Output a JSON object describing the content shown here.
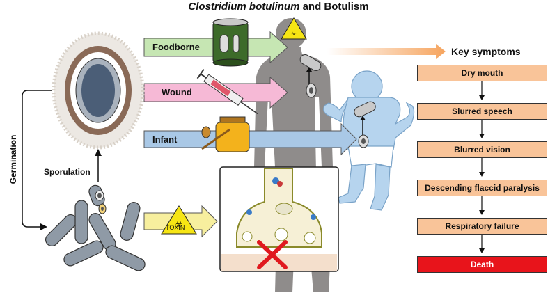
{
  "title": {
    "italic": "Clostridium botulinum",
    "rest": " and Botulism"
  },
  "routes": [
    {
      "label": "Foodborne",
      "color": "#c6e6b3"
    },
    {
      "label": "Wound",
      "color": "#f6b9d6"
    },
    {
      "label": "Infant",
      "color": "#a9c8e6"
    }
  ],
  "cycle": {
    "sporulation": "Sporulation",
    "germination": "Germination"
  },
  "toxin_label": "TOXIN",
  "symptoms": {
    "header": "Key symptoms",
    "items": [
      "Dry mouth",
      "Slurred speech",
      "Blurred vision",
      "Descending flaccid paralysis",
      "Respiratory failure",
      "Death"
    ]
  },
  "colors": {
    "symptom_box": "#f9c499",
    "death_box": "#e8141b",
    "human": "#8f8c8b",
    "infant": "#b6d4ee",
    "toxin_arrow": "#f7ef9e"
  },
  "icons": [
    "can-icon",
    "syringe-icon",
    "honey-jar-icon",
    "biohazard-icon",
    "spore-icon",
    "bacteria-icon",
    "synapse-icon",
    "x-mark-icon"
  ]
}
